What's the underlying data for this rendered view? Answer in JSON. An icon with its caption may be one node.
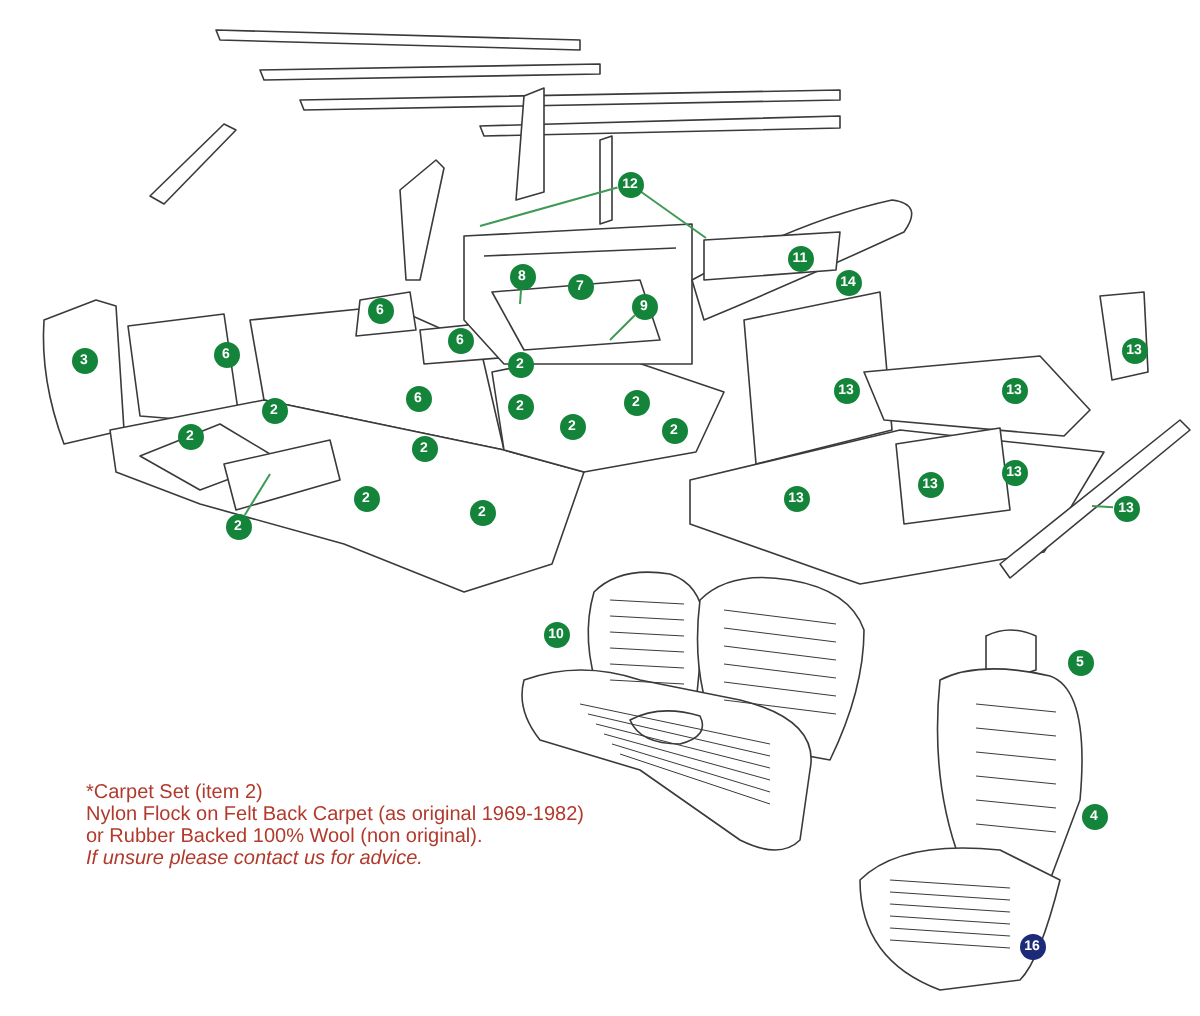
{
  "diagram": {
    "nodes": [
      {
        "text": [
          "12"
        ]
      },
      {
        "text": [
          "11"
        ]
      },
      {
        "text": [
          "8"
        ]
      },
      {
        "text": [
          "14"
        ]
      },
      {
        "text": [
          "7"
        ]
      },
      {
        "text": [
          "9"
        ]
      },
      {
        "text": [
          "6"
        ]
      },
      {
        "text": [
          "6"
        ]
      },
      {
        "text": [
          "13"
        ]
      },
      {
        "text": [
          "6"
        ]
      },
      {
        "text": [
          "3"
        ]
      },
      {
        "text": [
          "2"
        ]
      },
      {
        "text": [
          "13"
        ]
      },
      {
        "text": [
          "13"
        ]
      },
      {
        "text": [
          "6"
        ]
      },
      {
        "text": [
          "2"
        ]
      },
      {
        "text": [
          "2"
        ]
      },
      {
        "text": [
          "2"
        ]
      },
      {
        "text": [
          "2"
        ]
      },
      {
        "text": [
          "2"
        ]
      },
      {
        "text": [
          "2"
        ]
      },
      {
        "text": [
          "2"
        ]
      },
      {
        "text": [
          "13"
        ]
      },
      {
        "text": [
          "13"
        ]
      },
      {
        "text": [
          "13"
        ]
      },
      {
        "text": [
          "2"
        ]
      },
      {
        "text": [
          "13"
        ]
      },
      {
        "text": [
          "2"
        ]
      },
      {
        "text": [
          "2"
        ]
      },
      {
        "text": [
          "10"
        ]
      },
      {
        "text": [
          "5"
        ]
      },
      {
        "text": [
          "4"
        ]
      },
      {
        "text": [
          "16"
        ]
      }
    ],
    "edges": [
      {
        "from": 0,
        "to": null,
        "arrow": "none"
      },
      {
        "from": 0,
        "to": null,
        "arrow": "none"
      },
      {
        "from": 2,
        "to": null,
        "arrow": "none"
      },
      {
        "from": 5,
        "to": null,
        "arrow": "none"
      },
      {
        "from": 28,
        "to": null,
        "arrow": "none"
      },
      {
        "from": 26,
        "to": null,
        "arrow": "none"
      }
    ],
    "labels": [
      "*Carpet Set (item 2)",
      "Nylon Flock on Felt Back Carpet (as original 1969-1982)",
      "or Rubber Backed 100% Wool (non original).",
      "If unsure please contact us for advice."
    ]
  }
}
